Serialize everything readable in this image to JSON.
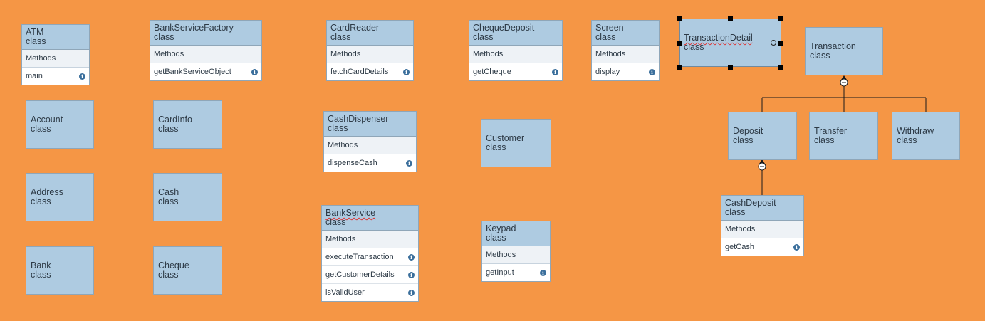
{
  "diagram": {
    "type_label": "class",
    "methods_label": "Methods",
    "classes": {
      "atm": {
        "name": "ATM",
        "methods": [
          "main"
        ]
      },
      "account": {
        "name": "Account"
      },
      "address": {
        "name": "Address"
      },
      "bank": {
        "name": "Bank"
      },
      "bank_service_factory": {
        "name": "BankServiceFactory",
        "methods": [
          "getBankServiceObject"
        ]
      },
      "card_info": {
        "name": "CardInfo"
      },
      "cash": {
        "name": "Cash"
      },
      "cheque": {
        "name": "Cheque"
      },
      "card_reader": {
        "name": "CardReader",
        "methods": [
          "fetchCardDetails"
        ]
      },
      "cash_dispenser": {
        "name": "CashDispenser",
        "methods": [
          "dispenseCash"
        ]
      },
      "bank_service": {
        "name": "BankService",
        "methods": [
          "executeTransaction",
          "getCustomerDetails",
          "isValidUser"
        ]
      },
      "cheque_deposit": {
        "name": "ChequeDeposit",
        "methods": [
          "getCheque"
        ]
      },
      "customer": {
        "name": "Customer"
      },
      "keypad": {
        "name": "Keypad",
        "methods": [
          "getInput"
        ]
      },
      "screen": {
        "name": "Screen",
        "methods": [
          "display"
        ]
      },
      "transaction_detail": {
        "name": "TransactionDetail"
      },
      "transaction": {
        "name": "Transaction"
      },
      "deposit": {
        "name": "Deposit"
      },
      "transfer": {
        "name": "Transfer"
      },
      "withdraw": {
        "name": "Withdraw"
      },
      "cash_deposit": {
        "name": "CashDeposit",
        "methods": [
          "getCash"
        ]
      }
    },
    "colors": {
      "canvas": "#f59645",
      "class_header": "#aecbe1",
      "methods_bg": "#eef2f6"
    }
  }
}
